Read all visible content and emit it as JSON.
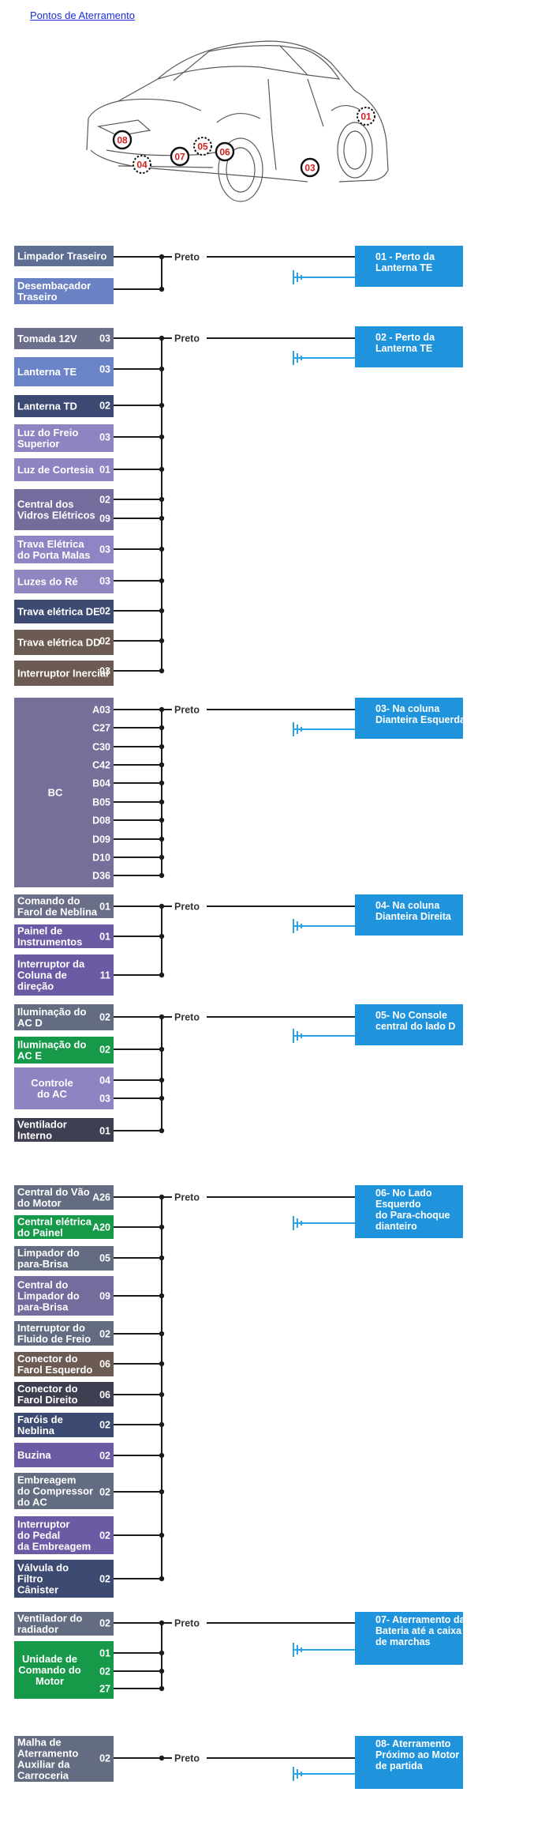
{
  "title": "Pontos de Aterramento",
  "wire_label": "Preto",
  "car_markers": [
    {
      "id": "08",
      "style": "solid"
    },
    {
      "id": "04",
      "style": "dashed"
    },
    {
      "id": "07",
      "style": "solid"
    },
    {
      "id": "05",
      "style": "dashed"
    },
    {
      "id": "06",
      "style": "solid"
    },
    {
      "id": "03",
      "style": "solid"
    },
    {
      "id": "01",
      "style": "dashed"
    }
  ],
  "groups": [
    {
      "ground": [
        "01 - Perto da",
        "Lanterna TE"
      ],
      "components": [
        {
          "lines": [
            "Limpador Traseiro"
          ],
          "pins": [],
          "color": "#5e6e95"
        },
        {
          "lines": [
            "Desembaçador",
            "Traseiro"
          ],
          "pins": [],
          "color": "#6a82c4"
        }
      ]
    },
    {
      "ground": [
        "02 - Perto da",
        "Lanterna TE"
      ],
      "components": [
        {
          "lines": [
            "Tomada 12V"
          ],
          "pins": [
            "03"
          ],
          "color": "#6b6f8c"
        },
        {
          "lines": [
            "Lanterna TE"
          ],
          "pins": [
            "03"
          ],
          "color": "#6b84c8"
        },
        {
          "lines": [
            "Lanterna TD"
          ],
          "pins": [
            "02"
          ],
          "color": "#3c4a74"
        },
        {
          "lines": [
            "Luz do Freio",
            "Superior"
          ],
          "pins": [
            "03"
          ],
          "color": "#8c85c2"
        },
        {
          "lines": [
            "Luz de Cortesia"
          ],
          "pins": [
            "01"
          ],
          "color": "#8c85c2"
        },
        {
          "lines": [
            "Central dos",
            "Vidros Elétricos"
          ],
          "pins": [
            "02",
            "09"
          ],
          "color": "#756c9e"
        },
        {
          "lines": [
            "Trava Elétrica",
            "do Porta Malas"
          ],
          "pins": [
            "03"
          ],
          "color": "#8f85c4"
        },
        {
          "lines": [
            "Luzes do Ré"
          ],
          "pins": [
            "03"
          ],
          "color": "#9087c2"
        },
        {
          "lines": [
            "Trava elétrica DE"
          ],
          "pins": [
            "02"
          ],
          "color": "#3d4a72"
        },
        {
          "lines": [
            "Trava elétrica DD"
          ],
          "pins": [
            "02"
          ],
          "color": "#6c5b52"
        },
        {
          "lines": [
            "Interruptor Inercial"
          ],
          "pins": [
            "03"
          ],
          "color": "#6c5b52"
        }
      ]
    },
    {
      "ground": [
        "03- Na coluna",
        "Dianteira Esquerda"
      ],
      "components": [
        {
          "lines": [
            "BC"
          ],
          "pins": [
            "A03",
            "C27",
            "C30",
            "C42",
            "B04",
            "B05",
            "D08",
            "D09",
            "D10",
            "D36"
          ],
          "color": "#756f99"
        }
      ]
    },
    {
      "ground": [
        "04- Na coluna",
        "Dianteira Direita"
      ],
      "components": [
        {
          "lines": [
            "Comando do",
            "Farol de Neblina"
          ],
          "pins": [
            "01"
          ],
          "color": "#6b6e88"
        },
        {
          "lines": [
            "Painel de",
            "Instrumentos"
          ],
          "pins": [
            "01"
          ],
          "color": "#6b5ba5"
        },
        {
          "lines": [
            "Interruptor da",
            "Coluna de",
            "direção"
          ],
          "pins": [
            "11"
          ],
          "color": "#6b5ba5"
        }
      ]
    },
    {
      "ground": [
        "05- No Console",
        "central do lado D"
      ],
      "components": [
        {
          "lines": [
            "Iluminação do",
            "AC D"
          ],
          "pins": [
            "02"
          ],
          "color": "#646c82"
        },
        {
          "lines": [
            "Iluminação do",
            "AC E"
          ],
          "pins": [
            "02"
          ],
          "color": "#17994a"
        },
        {
          "lines": [
            "Controle",
            "do AC"
          ],
          "pins": [
            "04",
            "03"
          ],
          "color": "#8c85c2"
        },
        {
          "lines": [
            "Ventilador",
            "Interno"
          ],
          "pins": [
            "01"
          ],
          "color": "#3f3f52"
        }
      ]
    },
    {
      "ground": [
        "06- No Lado",
        "Esquerdo",
        "do Para-choque",
        "dianteiro"
      ],
      "components": [
        {
          "lines": [
            "Central do Vão",
            "do Motor"
          ],
          "pins": [
            "A26"
          ],
          "color": "#646c82"
        },
        {
          "lines": [
            "Central elétrica",
            "do Painel"
          ],
          "pins": [
            "A20"
          ],
          "color": "#17994a"
        },
        {
          "lines": [
            "Limpador do",
            "para-Brisa"
          ],
          "pins": [
            "05"
          ],
          "color": "#646c82"
        },
        {
          "lines": [
            "Central do",
            "Limpador do",
            "para-Brisa"
          ],
          "pins": [
            "09"
          ],
          "color": "#756c9e"
        },
        {
          "lines": [
            "Interruptor do",
            "Fluido de Freio"
          ],
          "pins": [
            "02"
          ],
          "color": "#646c82"
        },
        {
          "lines": [
            "Conector do",
            "Farol Esquerdo"
          ],
          "pins": [
            "06"
          ],
          "color": "#6c5b52"
        },
        {
          "lines": [
            "Conector do",
            "Farol Direito"
          ],
          "pins": [
            "06"
          ],
          "color": "#3f3f52"
        },
        {
          "lines": [
            "Faróis de",
            "Neblina"
          ],
          "pins": [
            "02"
          ],
          "color": "#3d4a72"
        },
        {
          "lines": [
            "Buzina"
          ],
          "pins": [
            "02"
          ],
          "color": "#6b5ba5"
        },
        {
          "lines": [
            "Embreagem",
            "do Compressor",
            "do AC"
          ],
          "pins": [
            "02"
          ],
          "color": "#646c82"
        },
        {
          "lines": [
            "Interruptor",
            "do Pedal",
            "da Embreagem"
          ],
          "pins": [
            "02"
          ],
          "color": "#6b5ba5"
        },
        {
          "lines": [
            "Válvula do",
            "Filtro",
            "Cânister"
          ],
          "pins": [
            "02"
          ],
          "color": "#3d4a72"
        }
      ]
    },
    {
      "ground": [
        "07- Aterramento da",
        "Bateria até a caixa",
        "de marchas"
      ],
      "components": [
        {
          "lines": [
            "Ventilador do",
            "radiador"
          ],
          "pins": [
            "02"
          ],
          "color": "#646c82"
        },
        {
          "lines": [
            "Unidade de",
            "Comando do",
            "Motor"
          ],
          "pins": [
            "01",
            "02",
            "27"
          ],
          "color": "#17994a"
        }
      ]
    },
    {
      "ground": [
        "08- Aterramento",
        "Próximo ao Motor",
        "de partida"
      ],
      "components": [
        {
          "lines": [
            "Malha de",
            "Aterramento",
            "Auxiliar da",
            "Carroceria"
          ],
          "pins": [
            "02"
          ],
          "color": "#646c82"
        }
      ]
    }
  ]
}
